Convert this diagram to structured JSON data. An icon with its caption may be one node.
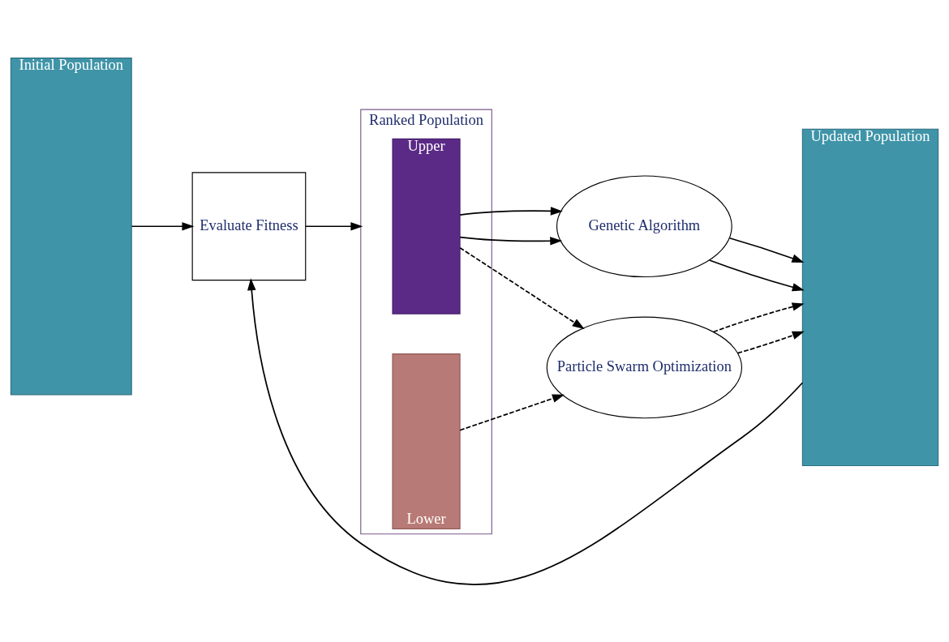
{
  "diagram": {
    "nodes": [
      {
        "text": [
          "Initial Population"
        ]
      },
      {
        "text": [
          "Evaluate Fitness"
        ]
      },
      {
        "text": [
          "Ranked Population"
        ]
      },
      {
        "text": [
          "Upper"
        ],
        "in": 2
      },
      {
        "text": [
          "Lower"
        ],
        "in": 2
      },
      {
        "text": [
          "Genetic Algorithm"
        ]
      },
      {
        "text": [
          "Particle Swarm Optimization"
        ]
      },
      {
        "text": [
          "Updated Population"
        ]
      }
    ],
    "edges": [
      {
        "from": 0,
        "to": 1,
        "arrow": "to"
      },
      {
        "from": 1,
        "to": 2,
        "arrow": "to"
      },
      {
        "from": 3,
        "to": 5,
        "arrow": "to"
      },
      {
        "from": 3,
        "to": 5,
        "arrow": "to"
      },
      {
        "from": 3,
        "to": 6,
        "arrow": "to",
        "style": "dashed"
      },
      {
        "from": 4,
        "to": 6,
        "arrow": "to",
        "style": "dashed"
      },
      {
        "from": 5,
        "to": 7,
        "arrow": "to"
      },
      {
        "from": 5,
        "to": 7,
        "arrow": "to"
      },
      {
        "from": 6,
        "to": 7,
        "arrow": "to",
        "style": "dashed"
      },
      {
        "from": 6,
        "to": 7,
        "arrow": "to",
        "style": "dashed"
      },
      {
        "from": 7,
        "to": 1,
        "arrow": "to"
      }
    ]
  }
}
